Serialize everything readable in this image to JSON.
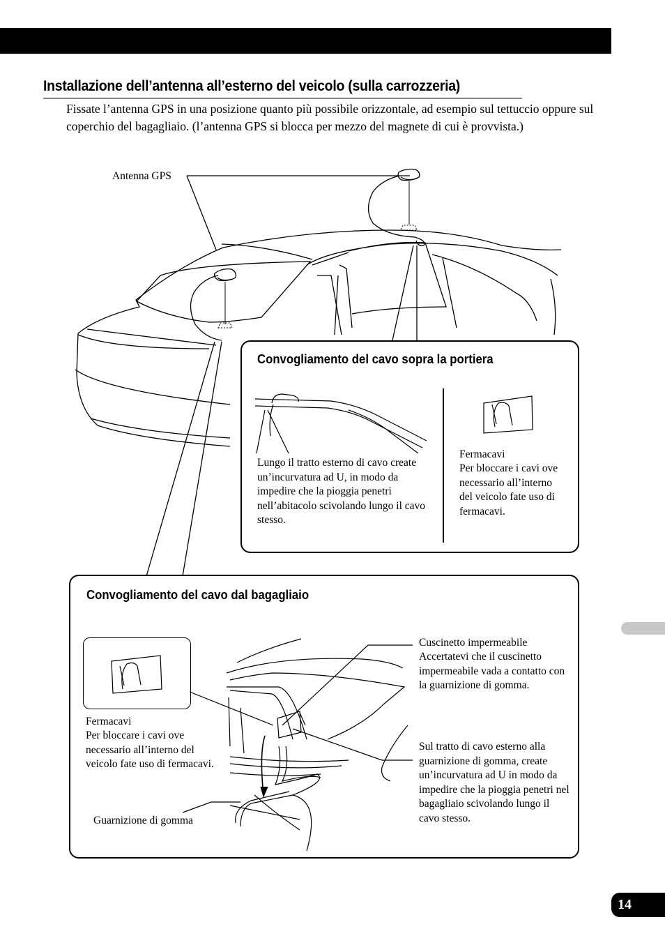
{
  "heading": "Installazione dell’antenna all’esterno del veicolo (sulla carrozzeria)",
  "intro": "Fissate l’antenna GPS in una posizione quanto più possibile orizzontale, ad esempio sul tettuccio oppure sul coperchio del bagagliaio. (l’antenna GPS si blocca per mezzo del magnete di cui è provvista.)",
  "car_figure": {
    "antenna_label": "Antenna GPS"
  },
  "door_box": {
    "title": "Convogliamento del cavo sopra la portiera",
    "u_bend_note": "Lungo il tratto esterno di cavo create un’incurvatura ad U, in modo da impedire che la pioggia penetri nell’abitacolo scivolando lungo il cavo stesso.",
    "clamp_title": "Fermacavi",
    "clamp_note": "Per bloccare i cavi ove necessario all’interno del veicolo fate uso di fermacavi."
  },
  "trunk_box": {
    "title": "Convogliamento del cavo dal bagagliaio",
    "clamp_title": "Fermacavi",
    "clamp_note": "Per bloccare i cavi ove necessario all’interno del veicolo fate uso di fermacavi.",
    "seal_label": "Guarnizione di gomma",
    "pad_title": "Cuscinetto impermeabile",
    "pad_note": "Accertatevi che il cuscinetto impermeabile vada a contatto con la guarnizione di gomma.",
    "u_bend_note": "Sul tratto di cavo esterno alla guarnizione di gomma, create un’incurvatura ad U in modo da impedire che la pioggia penetri nel bagagliaio scivolando lungo il cavo stesso."
  },
  "page_number": "14"
}
